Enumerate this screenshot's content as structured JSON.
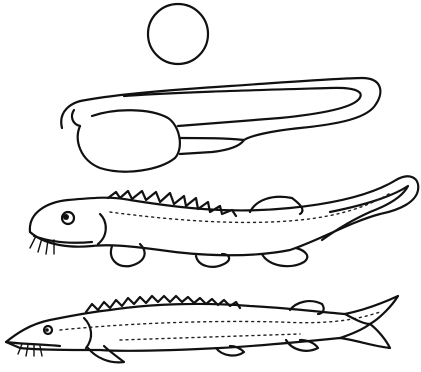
{
  "figure": {
    "stages": [
      {
        "name": "egg"
      },
      {
        "name": "larva"
      },
      {
        "name": "fry"
      },
      {
        "name": "adult"
      }
    ],
    "colors": {
      "ink": "#111111",
      "background": "#ffffff"
    }
  }
}
